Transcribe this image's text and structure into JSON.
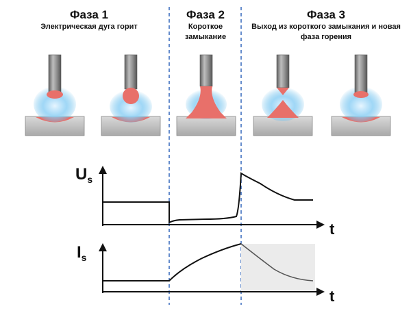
{
  "phases": [
    {
      "title": "Фаза 1",
      "subtitle": "Электрическая дуга горит"
    },
    {
      "title": "Фаза 2",
      "subtitle": "Короткое замыкание"
    },
    {
      "title": "Фаза 3",
      "subtitle": "Выход из короткого замыкания и новая фаза горения"
    }
  ],
  "voltage_graph": {
    "y_label": "U",
    "y_subscript": "s",
    "x_label": "t"
  },
  "current_graph": {
    "y_label": "I",
    "y_subscript": "s",
    "x_label": "t"
  },
  "colors": {
    "electrode": "#8a8a8a",
    "molten_metal": "#e8706a",
    "arc_glow": "#57b6e8",
    "base_plate": "#c4c4c4",
    "divider": "#3f6fc0",
    "curve": "#111111",
    "highlight_band": "#ebebeb"
  }
}
